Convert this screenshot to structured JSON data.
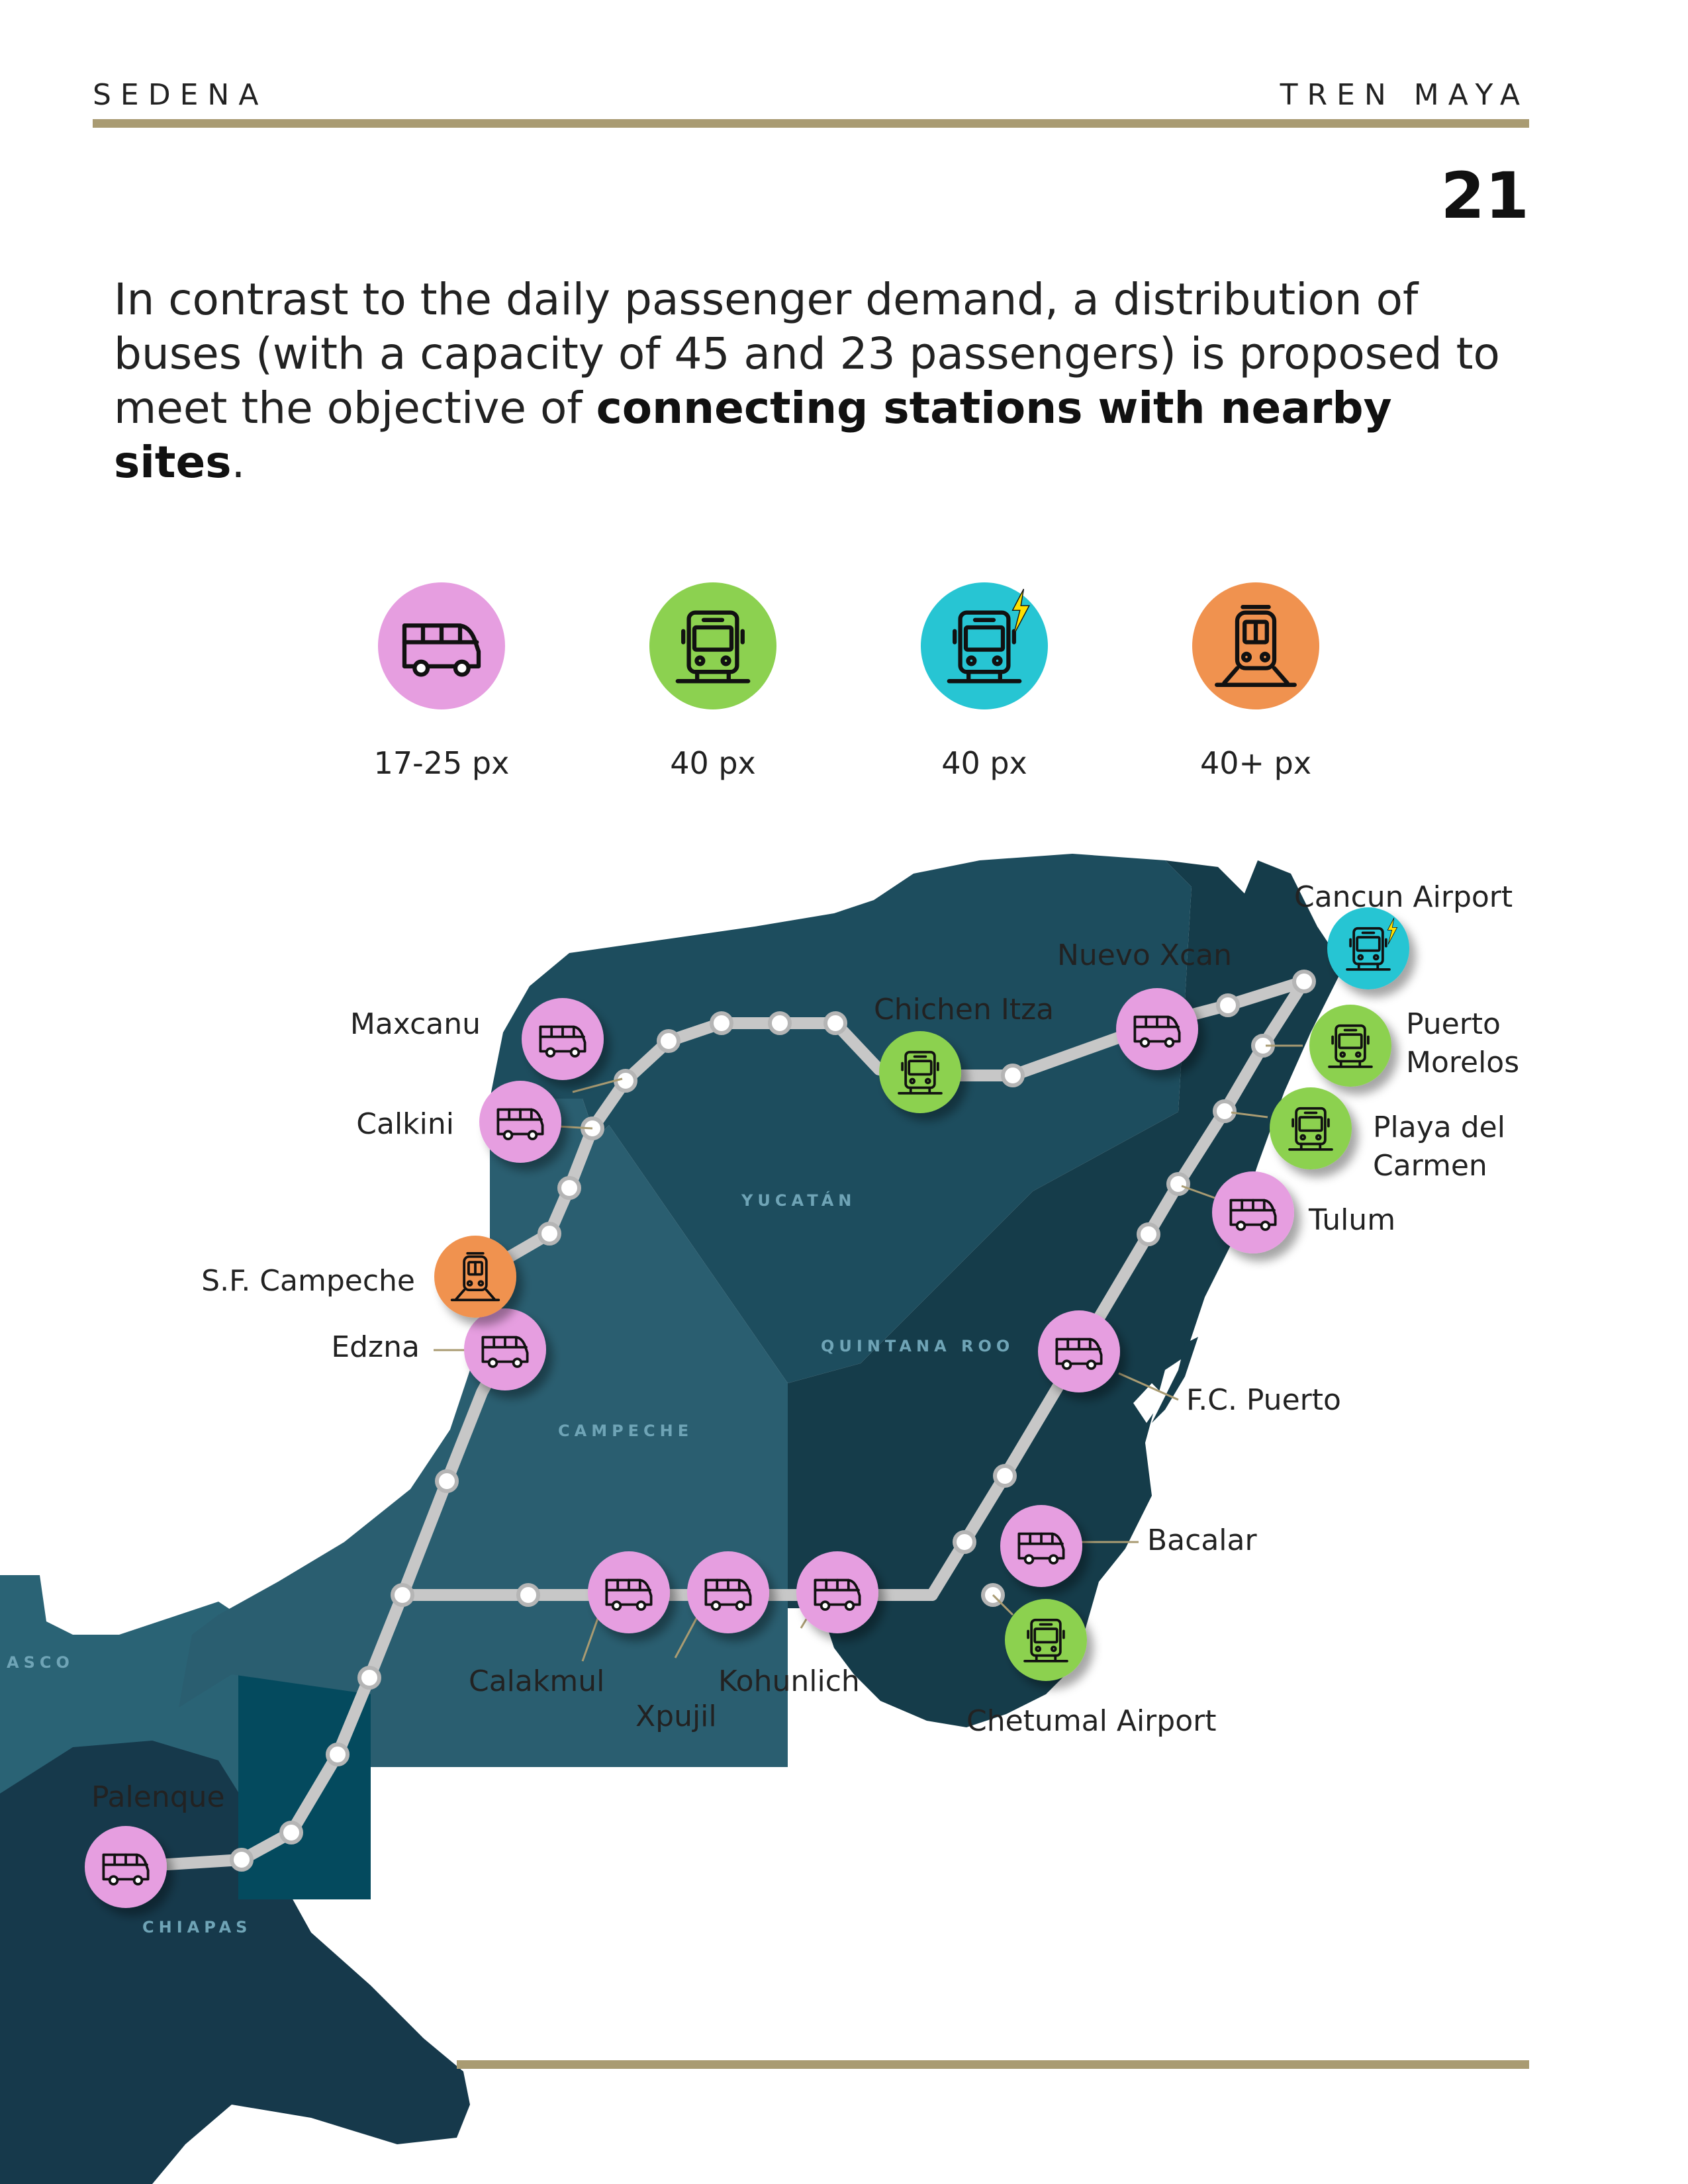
{
  "header": {
    "left": "SEDENA",
    "right": "TREN MAYA",
    "page_number": "21"
  },
  "intro": {
    "text_before": "In contrast to the daily passenger demand, a distribution of buses (with a capacity of 45 and 23 passengers) is proposed to meet the objective of ",
    "text_bold": "connecting stations with nearby sites",
    "text_after": "."
  },
  "legend": [
    {
      "icon": "minibus-icon",
      "color": "#e69ee0",
      "label": "17-25 px"
    },
    {
      "icon": "bus-icon",
      "color": "#8cd150",
      "label": "40 px"
    },
    {
      "icon": "electric-bus-icon",
      "color": "#27c5d3",
      "label": "40 px"
    },
    {
      "icon": "train-icon",
      "color": "#f0924f",
      "label": "40+ px"
    }
  ],
  "regions": {
    "yucatan": "YUCATÁN",
    "quintana_roo": "QUINTANA ROO",
    "campeche": "CAMPECHE",
    "chiapas": "CHIAPAS",
    "tabasco": "ASCO"
  },
  "stations": [
    {
      "name": "Palenque",
      "type": "minibus"
    },
    {
      "name": "Edzna",
      "type": "minibus"
    },
    {
      "name": "S.F. Campeche",
      "type": "train"
    },
    {
      "name": "Calkini",
      "type": "minibus"
    },
    {
      "name": "Maxcanu",
      "type": "minibus"
    },
    {
      "name": "Chichen Itza",
      "type": "bus"
    },
    {
      "name": "Nuevo Xcan",
      "type": "minibus"
    },
    {
      "name": "Cancun Airport",
      "type": "electric"
    },
    {
      "name": "Puerto Morelos",
      "line1": "Puerto",
      "line2": "Morelos",
      "type": "bus"
    },
    {
      "name": "Playa del Carmen",
      "line1": "Playa del",
      "line2": "Carmen",
      "type": "bus"
    },
    {
      "name": "Tulum",
      "type": "minibus"
    },
    {
      "name": "F.C. Puerto",
      "type": "minibus"
    },
    {
      "name": "Bacalar",
      "type": "minibus"
    },
    {
      "name": "Chetumal Airport",
      "type": "bus"
    },
    {
      "name": "Kohunlich",
      "type": "minibus"
    },
    {
      "name": "Xpujil",
      "type": "minibus"
    },
    {
      "name": "Calakmul",
      "type": "minibus"
    }
  ],
  "colors": {
    "minibus": "#e69ee0",
    "bus": "#8cd150",
    "electric": "#27c5d3",
    "train": "#f0924f",
    "accent": "#a99b72"
  }
}
